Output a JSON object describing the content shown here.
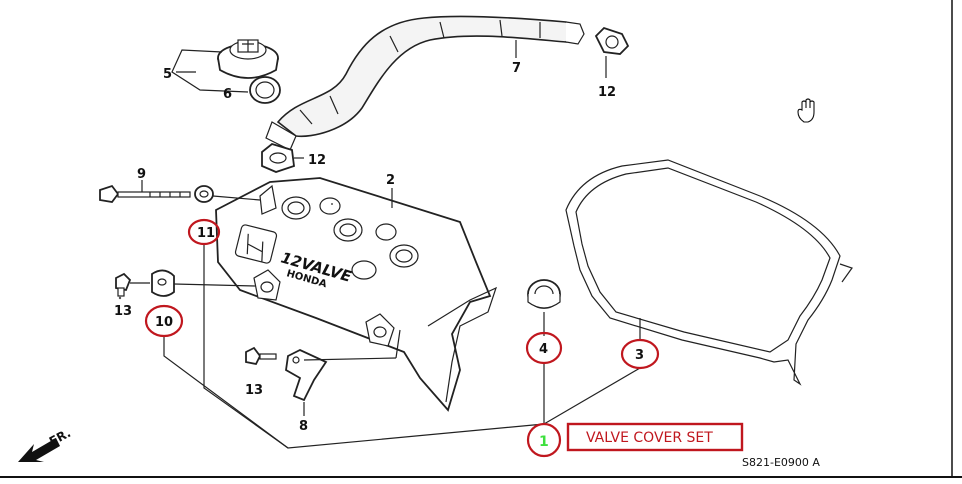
{
  "parts": {
    "p1": "1",
    "p2": "2",
    "p3": "3",
    "p4": "4",
    "p5": "5",
    "p6": "6",
    "p7": "7",
    "p8": "8",
    "p9": "9",
    "p10": "10",
    "p11": "11",
    "p12a": "12",
    "p12b": "12",
    "p13a": "13",
    "p13b": "13"
  },
  "cover_text": {
    "line1": "12VALVE",
    "line2": "HONDA"
  },
  "annotation": {
    "label": "VALVE COVER SET"
  },
  "code": "S821-E0900 A",
  "direction": "FR.",
  "colors": {
    "highlight_red": "#c0171e",
    "highlight_green": "#3ee03e"
  },
  "icons": {
    "cursor": "hand-cursor-icon",
    "arrow": "front-arrow-icon"
  }
}
